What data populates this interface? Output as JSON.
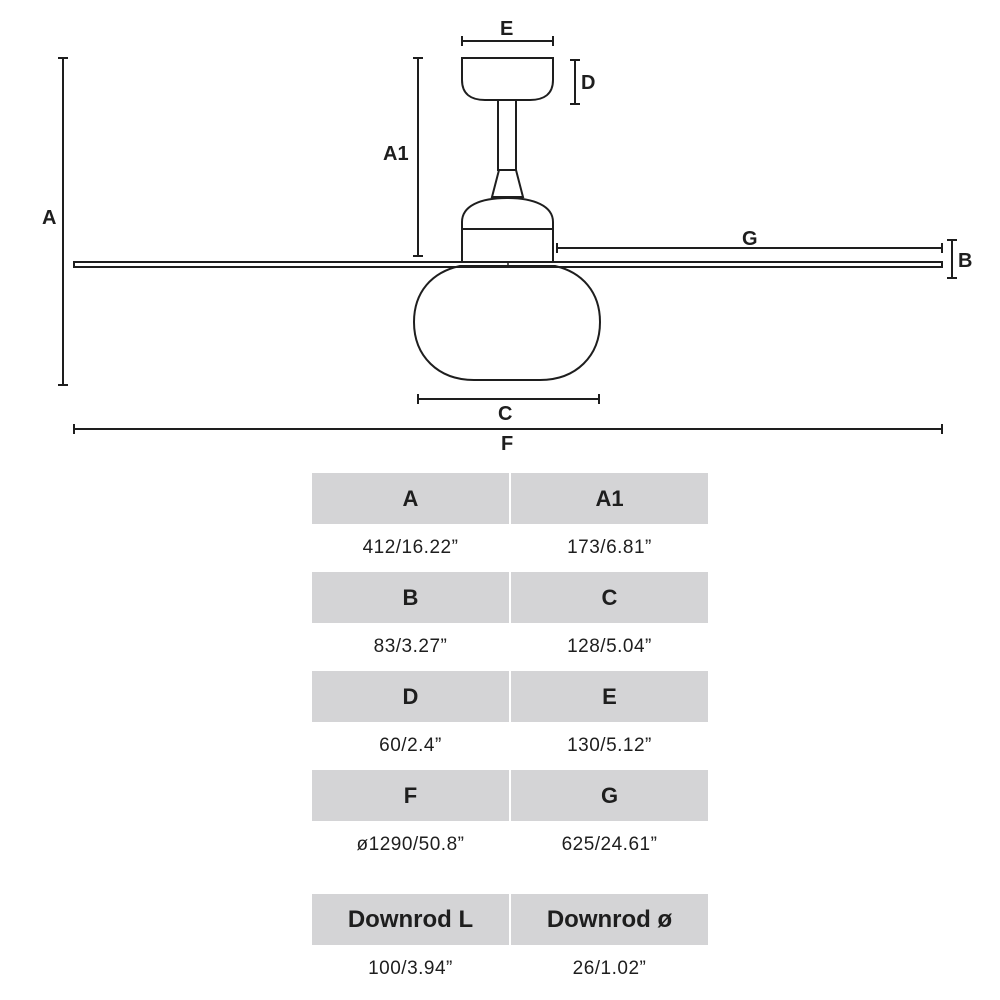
{
  "diagram": {
    "labels": {
      "A": "A",
      "A1": "A1",
      "B": "B",
      "C": "C",
      "D": "D",
      "E": "E",
      "F": "F",
      "G": "G"
    },
    "line_color": "#1e1e1e"
  },
  "specs": {
    "table_header_bg": "#d4d4d6",
    "rows": [
      {
        "headers": [
          "A",
          "A1"
        ],
        "values": [
          "412/16.22”",
          "173/6.81”"
        ]
      },
      {
        "headers": [
          "B",
          "C"
        ],
        "values": [
          "83/3.27”",
          "128/5.04”"
        ]
      },
      {
        "headers": [
          "D",
          "E"
        ],
        "values": [
          "60/2.4”",
          "130/5.12”"
        ]
      },
      {
        "headers": [
          "F",
          "G"
        ],
        "values": [
          "ø1290/50.8”",
          "625/24.61”"
        ]
      },
      {
        "headers": [
          "Downrod L",
          "Downrod ø"
        ],
        "values": [
          "100/3.94”",
          "26/1.02”"
        ]
      }
    ]
  }
}
